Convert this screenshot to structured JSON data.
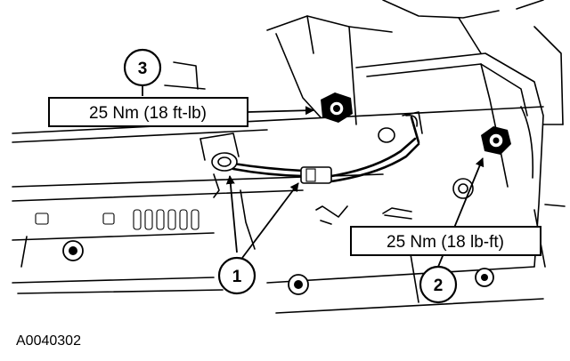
{
  "figure": {
    "id": "A0040302"
  },
  "torque_labels": {
    "nut_3": "25 Nm (18 ft-lb)",
    "bolt_2": "25 Nm (18 lb-ft)"
  },
  "callouts": {
    "one": "1",
    "two": "2",
    "three": "3"
  },
  "colors": {
    "line": "#000000",
    "background": "#ffffff"
  }
}
